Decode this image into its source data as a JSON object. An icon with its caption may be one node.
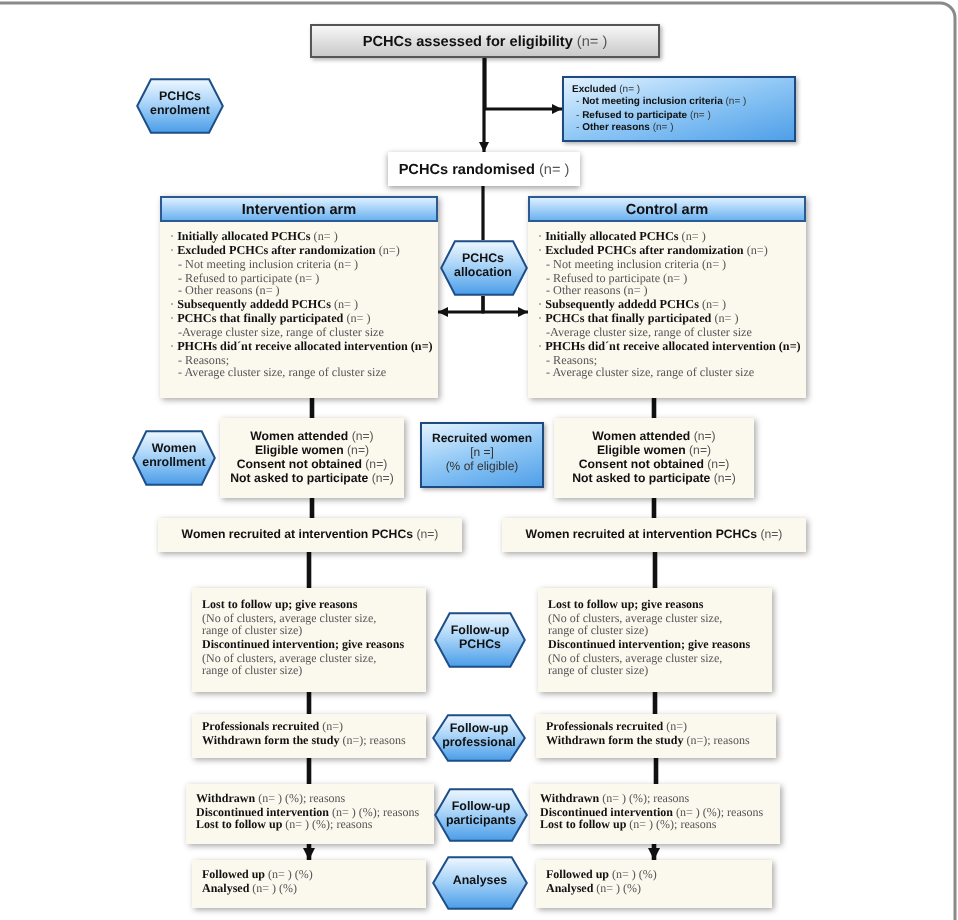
{
  "diagram": {
    "nodes": [
      {
        "text": [
          "**PCHCs assessed for eligibility** (n= )"
        ]
      },
      {
        "text": [
          "PCHCs enrolment"
        ]
      },
      {
        "text": [
          "**Excluded** (n= )",
          "- **Not meeting inclusion criteria** (n= )",
          "- **Refused to participate** (n= )",
          "- **Other reasons** (n= )"
        ]
      },
      {
        "text": [
          "**PCHCs randomised** (n= )"
        ]
      },
      {
        "text": [
          "Intervention arm",
          "· **Initially allocated PCHCs** (n= )",
          "· **Excluded PCHCs after randomization** (n=)",
          "- Not meeting inclusion criteria (n= )",
          "- Refused to participate (n= )",
          "- Other reasons (n= )",
          "· **Subsequently addedd PCHCs** (n= )",
          "· **PCHCs that finally participated** (n= )",
          "-Average cluster size, range of cluster size",
          "· **PHCHs did´nt receive allocated intervention (n=)**",
          "- Reasons;",
          "- Average cluster size, range of cluster size"
        ]
      },
      {
        "text": [
          "PCHCs allocation"
        ]
      },
      {
        "text": [
          "Control arm",
          "· **Initially allocated PCHCs** (n= )",
          "· **Excluded PCHCs after randomization** (n=)",
          "- Not meeting inclusion criteria (n= )",
          "- Refused to participate (n= )",
          "- Other reasons (n= )",
          "· **Subsequently addedd PCHCs** (n= )",
          "· **PCHCs that finally participated** (n= )",
          "-Average cluster size, range of cluster size",
          "· **PHCHs did´nt receive allocated intervention (n=)**",
          "- Reasons;",
          "- Average cluster size, range of cluster size"
        ]
      },
      {
        "text": [
          "Women enrollment"
        ]
      },
      {
        "text": [
          "**Women attended** (n=)",
          "**Eligible women** (n=)",
          "**Consent not obtained** (n=)",
          "**Not asked to participate** (n=)"
        ]
      },
      {
        "text": [
          "Recruited women",
          "[n =]",
          "(% of eligible)"
        ]
      },
      {
        "text": [
          "**Women attended** (n=)",
          "**Eligible women** (n=)",
          "**Consent not obtained** (n=)",
          "**Not asked to participate** (n=)"
        ]
      },
      {
        "text": [
          "**Women recruited at intervention PCHCs** (n=)"
        ]
      },
      {
        "text": [
          "**Women recruited at intervention PCHCs** (n=)"
        ]
      },
      {
        "text": [
          "Lost to follow up; give reasons",
          "(No of clusters, average cluster size, range of cluster size)",
          "Discontinued intervention; give reasons",
          "(No of clusters, average cluster size, range of cluster size)"
        ]
      },
      {
        "text": [
          "Follow-up PCHCs"
        ]
      },
      {
        "text": [
          "Lost to follow up; give reasons",
          "(No of clusters, average cluster size, range of cluster size)",
          "Discontinued intervention; give reasons",
          "(No of clusters, average cluster size, range of cluster size)"
        ]
      },
      {
        "text": [
          "**Professionals recruited** (n=)",
          "**Withdrawn form the study** (n=); reasons"
        ]
      },
      {
        "text": [
          "Follow-up professional"
        ]
      },
      {
        "text": [
          "**Professionals recruited** (n=)",
          "**Withdrawn form the study** (n=); reasons"
        ]
      },
      {
        "text": [
          "**Withdrawn** (n= ) (%); reasons",
          "**Discontinued intervention** (n= ) (%); reasons",
          "**Lost to follow up** (n= ) (%); reasons"
        ]
      },
      {
        "text": [
          "Follow-up participants"
        ]
      },
      {
        "text": [
          "**Withdrawn** (n= ) (%); reasons",
          "**Discontinued intervention** (n= ) (%); reasons",
          "**Lost to follow up** (n= ) (%); reasons"
        ]
      },
      {
        "text": [
          "**Followed up** (n= ) (%)",
          "**Analysed** (n= ) (%)"
        ]
      },
      {
        "text": [
          "Analyses"
        ]
      },
      {
        "text": [
          "**Followed up** (n= ) (%)",
          "**Analysed** (n= ) (%)"
        ]
      }
    ],
    "edges": [
      {
        "from": 0,
        "to": 3,
        "arrow": "to"
      },
      {
        "from": 0,
        "to": 2,
        "arrow": "to"
      },
      {
        "from": 3,
        "to": 5,
        "arrow": "none"
      },
      {
        "from": 5,
        "to": 4,
        "arrow": "to"
      },
      {
        "from": 5,
        "to": 6,
        "arrow": "to"
      },
      {
        "from": 4,
        "to": 8,
        "arrow": "none"
      },
      {
        "from": 6,
        "to": 10,
        "arrow": "none"
      },
      {
        "from": 8,
        "to": 11,
        "arrow": "none"
      },
      {
        "from": 10,
        "to": 12,
        "arrow": "none"
      },
      {
        "from": 11,
        "to": 13,
        "arrow": "none"
      },
      {
        "from": 12,
        "to": 15,
        "arrow": "none"
      },
      {
        "from": 13,
        "to": 16,
        "arrow": "none"
      },
      {
        "from": 15,
        "to": 18,
        "arrow": "none"
      },
      {
        "from": 16,
        "to": 19,
        "arrow": "none"
      },
      {
        "from": 18,
        "to": 21,
        "arrow": "none"
      },
      {
        "from": 19,
        "to": 22,
        "arrow": "to"
      },
      {
        "from": 21,
        "to": 24,
        "arrow": "to"
      }
    ]
  }
}
